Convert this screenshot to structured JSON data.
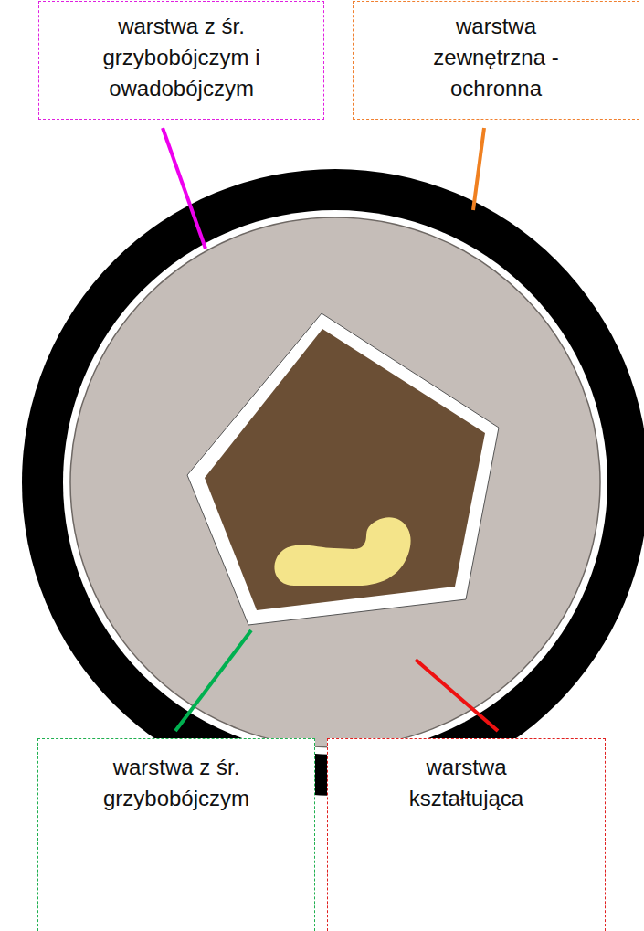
{
  "diagram": {
    "nodes": [
      {
        "text": [
          "warstwa z śr. grzybobójczym i owadobójczym"
        ]
      },
      {
        "text": [
          "warstwa zewnętrzna - ochronna"
        ]
      },
      {
        "text": [
          "warstwa z śr. grzybobójczym"
        ]
      },
      {
        "text": [
          "warstwa kształtująca"
        ]
      }
    ]
  }
}
